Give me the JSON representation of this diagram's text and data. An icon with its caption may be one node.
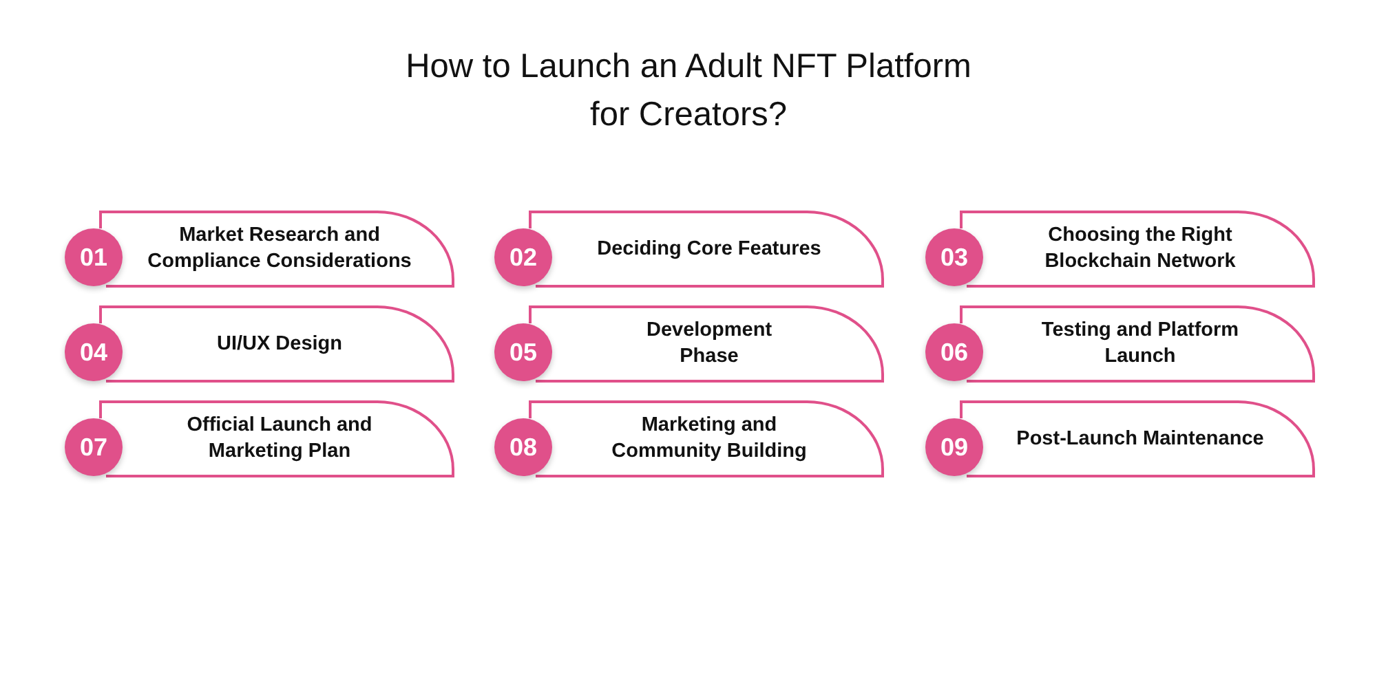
{
  "diagram": {
    "title": "How to Launch an Adult NFT Platform for Creators?",
    "nodes": [
      {
        "text": [
          "01",
          "Market Research and Compliance Considerations"
        ]
      },
      {
        "text": [
          "02",
          "Deciding Core Features"
        ]
      },
      {
        "text": [
          "03",
          "Choosing the Right Blockchain Network"
        ]
      },
      {
        "text": [
          "04",
          "UI/UX Design"
        ]
      },
      {
        "text": [
          "05",
          "Development Phase"
        ]
      },
      {
        "text": [
          "06",
          "Testing and Platform Launch"
        ]
      },
      {
        "text": [
          "07",
          "Official Launch and Marketing Plan"
        ]
      },
      {
        "text": [
          "08",
          "Marketing and Community Building"
        ]
      },
      {
        "text": [
          "09",
          "Post-Launch Maintenance"
        ]
      }
    ]
  }
}
